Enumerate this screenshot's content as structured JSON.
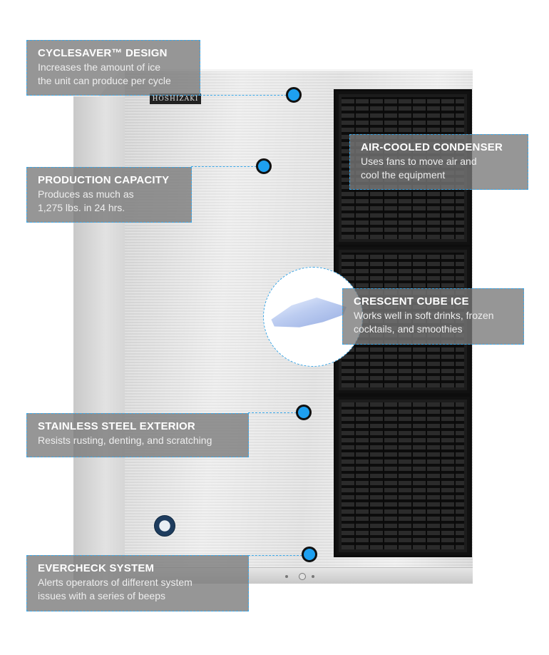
{
  "brand": {
    "plate_text": "HOSHIZAKI"
  },
  "features": {
    "cyclesaver": {
      "title": "CYCLESAVER™ DESIGN",
      "line1": "Increases the amount of ice",
      "line2": "the unit can produce per cycle"
    },
    "production": {
      "title": "PRODUCTION CAPACITY",
      "line1": "Produces as much as",
      "line2": "1,275 lbs. in 24 hrs."
    },
    "condenser": {
      "title": "AIR-COOLED CONDENSER",
      "line1": "Uses fans to move air and",
      "line2": "cool the equipment"
    },
    "crescent": {
      "title": "CRESCENT CUBE ICE",
      "line1": "Works well in soft drinks, frozen",
      "line2": "cocktails, and smoothies"
    },
    "stainless": {
      "title": "STAINLESS STEEL EXTERIOR",
      "line1": "Resists rusting, denting, and scratching"
    },
    "evercheck": {
      "title": "EVERCHECK SYSTEM",
      "line1": "Alerts operators of different system",
      "line2": "issues with a series of beeps"
    }
  },
  "colors": {
    "hotspot": "#1ea0f0",
    "callout_bg": "rgba(120,120,120,0.78)",
    "leader_line": "#3aa6e6"
  }
}
